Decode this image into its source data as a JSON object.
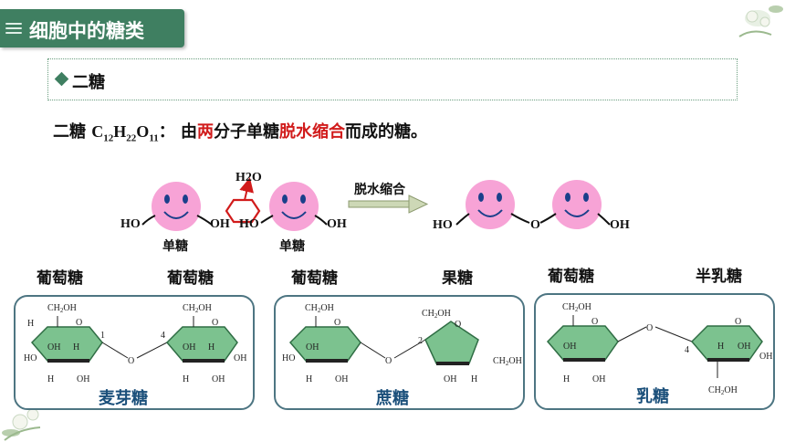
{
  "header": {
    "title": "细胞中的糖类"
  },
  "section": {
    "title": "二糖"
  },
  "definition": {
    "prefix": "二糖 ",
    "formula": {
      "c": "C",
      "c_n": "12",
      "h": "H",
      "h_n": "22",
      "o": "O",
      "o_n": "11"
    },
    "colon": "： 由",
    "red1": "两",
    "mid1": "分子单糖",
    "red2": "脱水缩合",
    "suffix": "而成的糖。"
  },
  "reaction": {
    "water": "H2O",
    "left_ho": "HO",
    "left_oh": "OH",
    "right_ho": "HO",
    "right_oh": "OH",
    "mono_label_1": "单糖",
    "mono_label_2": "单糖",
    "arrow_label": "脱水缩合",
    "product_ho": "HO",
    "product_o": "O",
    "product_oh": "OH"
  },
  "disaccharides": [
    {
      "name": "麦芽糖",
      "left_unit": "葡萄糖",
      "right_unit": "葡萄糖"
    },
    {
      "name": "蔗糖",
      "left_unit": "葡萄糖",
      "right_unit": "果糖"
    },
    {
      "name": "乳糖",
      "left_unit": "葡萄糖",
      "right_unit": "半乳糖"
    }
  ],
  "chem_labels": {
    "ch2oh": "CH2OH",
    "h": "H",
    "o": "O",
    "oh": "OH",
    "ho": "HO",
    "n1": "1",
    "n2": "2",
    "n4": "4"
  },
  "colors": {
    "header_green": "#3f7f61",
    "ring_green": "#7cc28f",
    "face_pink": "#f7a3d6",
    "highlight_red": "#d11b1b",
    "box_border": "#4d7582",
    "caption_blue": "#1a4f7a"
  },
  "icons": [
    "menu-lines-icon",
    "diamond-bullet-icon",
    "flower-decoration-icon",
    "smiley-face-icon",
    "arrow-right-icon",
    "hexagon-icon"
  ]
}
